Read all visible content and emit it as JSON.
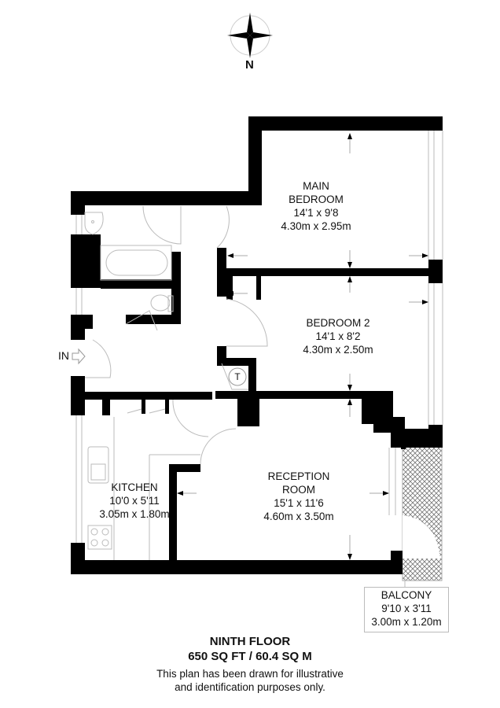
{
  "compass": {
    "icon": "compass-rose-icon",
    "label": "N"
  },
  "entrance": {
    "label": "IN",
    "icon": "entry-arrow-icon"
  },
  "rooms": [
    {
      "name_lines": [
        "MAIN",
        "BEDROOM"
      ],
      "imperial": "14'1 x 9'8",
      "metric": "4.30m x 2.95m"
    },
    {
      "name_lines": [
        "BEDROOM 2"
      ],
      "imperial": "14'1 x 8'2",
      "metric": "4.30m x 2.50m"
    },
    {
      "name_lines": [
        "KITCHEN"
      ],
      "imperial": "10'0 x 5'11",
      "metric": "3.05m x 1.80m"
    },
    {
      "name_lines": [
        "RECEPTION",
        "ROOM"
      ],
      "imperial": "15'1 x 11'6",
      "metric": "4.60m x 3.50m"
    },
    {
      "name_lines": [
        "BALCONY"
      ],
      "imperial": "9'10 x 3'11",
      "metric": "3.00m x 1.20m"
    }
  ],
  "fixtures": {
    "cupboard_label": "T"
  },
  "footer": {
    "floor": "NINTH FLOOR",
    "area": "650 SQ FT / 60.4 SQ M",
    "disclaimer_line1": "This plan has been drawn for illustrative",
    "disclaimer_line2": "and identification purposes only."
  },
  "colors": {
    "wall": "#000000",
    "line": "#bbbbbb",
    "background": "#ffffff"
  }
}
